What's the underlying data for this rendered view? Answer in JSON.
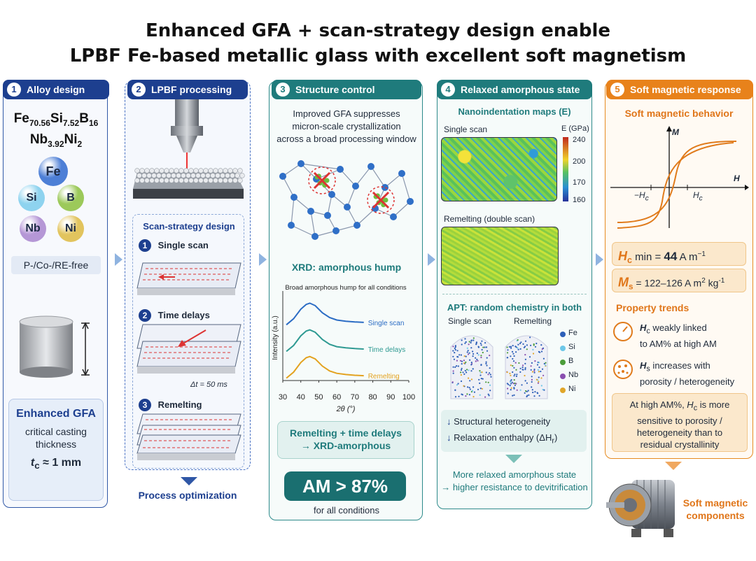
{
  "title": {
    "line1": "Enhanced GFA + scan-strategy design enable",
    "line2": "LPBF Fe-based metallic glass with excellent soft magnetism"
  },
  "panel1": {
    "num": "1",
    "header": "Alloy design",
    "formula_fe": "Fe",
    "formula_fe_sub": "70.56",
    "formula_si": "Si",
    "formula_si_sub": "7.52",
    "formula_b": "B",
    "formula_b_sub": "16",
    "formula_nb": "Nb",
    "formula_nb_sub": "3.92",
    "formula_ni": "Ni",
    "formula_ni_sub": "2",
    "elements": [
      "Fe",
      "Si",
      "B",
      "Nb",
      "Ni"
    ],
    "element_colors": [
      "#4d7fd6",
      "#8ed3ef",
      "#9cc95a",
      "#b597d6",
      "#e2c45e"
    ],
    "free_badge": "P-/Co-/RE-free",
    "gfa_title": "Enhanced GFA",
    "gfa_l1": "critical casting",
    "gfa_l2": "thickness",
    "gfa_value": "t",
    "gfa_value_sub": "c",
    "gfa_value_rest": " ≈ 1 mm"
  },
  "panel2": {
    "num": "2",
    "header": "LPBF processing",
    "scan_title": "Scan-strategy design",
    "steps": [
      {
        "num": "1",
        "label": "Single scan"
      },
      {
        "num": "2",
        "label": "Time delays"
      },
      {
        "num": "3",
        "label": "Remelting"
      }
    ],
    "delay_note": "Δt = 50 ms",
    "footer": "Process optimization"
  },
  "panel3": {
    "num": "3",
    "header": "Structure control",
    "intro": [
      "Improved GFA suppresses",
      "micron-scale crystallization",
      "across a broad processing window"
    ],
    "xrd_title": "XRD: amorphous hump",
    "chart_note": "Broad amorphous hump for all conditions",
    "result_l1": "Remelting + time delays",
    "result_l2": "→ XRD-amorphous",
    "am_value": "AM > 87%",
    "am_note": "for all conditions"
  },
  "panel4": {
    "num": "4",
    "header": "Relaxed amorphous state",
    "nano_title": "Nanoindentation maps (E)",
    "map1_label": "Single scan",
    "map2_label": "Remelting (double scan)",
    "cbar_title": "E (GPa)",
    "cbar_ticks": [
      "240",
      "200",
      "170",
      "160"
    ],
    "apt_title": "APT: random chemistry in both",
    "apt_single": "Single scan",
    "apt_remelt": "Remelting",
    "apt_elements": [
      "Fe",
      "Si",
      "B",
      "Nb",
      "Ni"
    ],
    "apt_colors": [
      "#2d5fb8",
      "#6cc7e8",
      "#4b9d3a",
      "#8a4fb0",
      "#e0a62a"
    ],
    "down1": "Structural heterogeneity",
    "down2": "Relaxation enthalpy (ΔH",
    "down2_sub": "r",
    "down2_end": ")",
    "conclusion_l1": "More relaxed amorphous state",
    "conclusion_l2": "→ higher resistance to devitrification"
  },
  "panel5": {
    "num": "5",
    "header": "Soft magnetic response",
    "sm_title": "Soft magnetic behavior",
    "axis_m": "M",
    "axis_h": "H",
    "neg_hc": "−H",
    "neg_hc_sub": "c",
    "pos_hc": "H",
    "pos_hc_sub": "c",
    "hc_sym": "H",
    "hc_sub": "c",
    "hc_text": " min = ",
    "hc_value": "44",
    "hc_unit": " A m",
    "hc_unit_sup": "−1",
    "ms_sym": "M",
    "ms_sub": "s",
    "ms_text": " = 122–126 A m",
    "ms_sup1": "2",
    "ms_text2": " kg",
    "ms_sup2": "-1",
    "trends_title": "Property trends",
    "trend1_l1a": "H",
    "trend1_l1sub": "c",
    "trend1_l1b": " weakly linked",
    "trend1_l2": "to AM% at high AM",
    "trend2_l1a": "H",
    "trend2_l1sub": "s",
    "trend2_l1b": " increases with",
    "trend2_l2": "porosity / heterogeneity",
    "note_l1a": "At high AM%, ",
    "note_l1b": "H",
    "note_l1sub": "c",
    "note_l1c": " is more",
    "note_l2": "sensitive to porosity /",
    "note_l3": "heterogeneity than to",
    "note_l4": "residual crystallinity",
    "components_l1": "Soft magnetic",
    "components_l2": "components"
  },
  "chart_data": {
    "type": "line",
    "title": "Broad amorphous hump for all conditions",
    "xlabel": "2θ (°)",
    "ylabel": "Intensity (a.u.)",
    "xlim": [
      30,
      100
    ],
    "x_ticks": [
      30,
      40,
      50,
      60,
      70,
      80,
      90,
      100
    ],
    "grid": false,
    "series": [
      {
        "name": "Single scan",
        "color": "#2b6cc4",
        "offset": 2.0,
        "x": [
          32,
          36,
          40,
          43,
          45,
          48,
          52,
          56,
          60,
          65,
          70,
          75
        ],
        "values": [
          0.1,
          0.35,
          0.75,
          0.95,
          1.0,
          0.9,
          0.6,
          0.4,
          0.3,
          0.25,
          0.22,
          0.2
        ]
      },
      {
        "name": "Time delays",
        "color": "#2f9a92",
        "offset": 1.0,
        "x": [
          32,
          36,
          40,
          43,
          45,
          48,
          52,
          56,
          60,
          65,
          70,
          75
        ],
        "values": [
          0.1,
          0.35,
          0.75,
          0.95,
          1.0,
          0.9,
          0.6,
          0.4,
          0.3,
          0.25,
          0.22,
          0.2
        ]
      },
      {
        "name": "Remelting",
        "color": "#e3a21f",
        "offset": 0.0,
        "x": [
          32,
          36,
          40,
          43,
          45,
          48,
          52,
          56,
          60,
          65,
          70,
          75
        ],
        "values": [
          0.1,
          0.35,
          0.75,
          0.95,
          1.0,
          0.9,
          0.6,
          0.4,
          0.3,
          0.25,
          0.22,
          0.2
        ]
      }
    ]
  }
}
